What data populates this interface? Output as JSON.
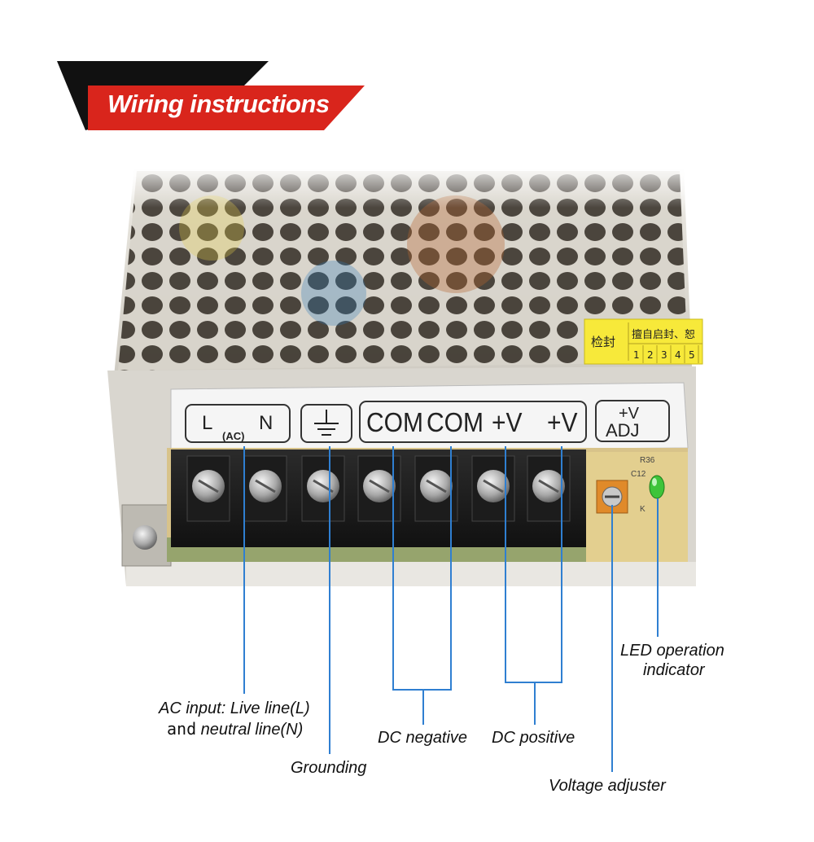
{
  "banner": {
    "title": "Wiring instructions",
    "accent_color": "#d9251c",
    "shadow_color": "#111111"
  },
  "terminal_strip": {
    "ac_group": {
      "l": "L",
      "n": "N",
      "sub": "(AC)"
    },
    "ground_symbol": "ground-icon",
    "outputs": [
      "COM",
      "COM",
      "+V",
      "+V"
    ],
    "adj": {
      "top": "+V",
      "bottom": "ADJ"
    }
  },
  "sticker": {
    "label": "检封",
    "text": "擅自启封、恕",
    "digits": [
      "1",
      "2",
      "3",
      "4",
      "5"
    ]
  },
  "board_marks": {
    "r": "R36",
    "c": "C12",
    "k": "K"
  },
  "callouts": {
    "ac_input_line1": "AC input: Live line(L)",
    "ac_input_line2_a": "and",
    "ac_input_line2_b": " neutral line(N)",
    "grounding": "Grounding",
    "dc_negative": "DC negative",
    "dc_positive": "DC positive",
    "voltage_adjuster": "Voltage adjuster",
    "led_line1": "LED operation",
    "led_line2": "indicator"
  },
  "line_color": "#2f7fd1"
}
